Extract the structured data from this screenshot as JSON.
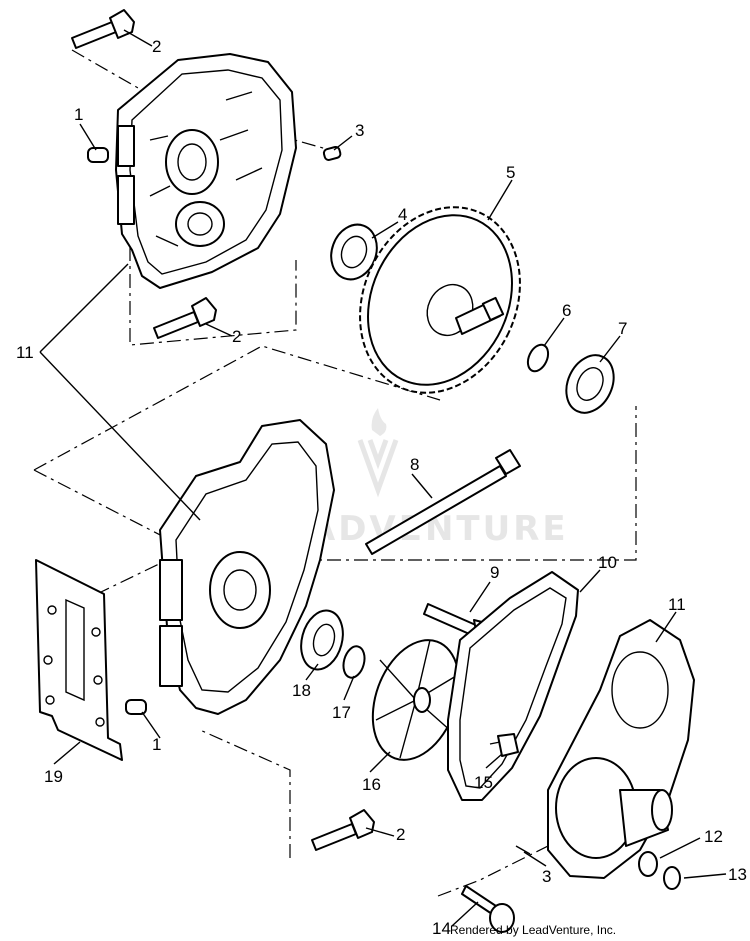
{
  "diagram": {
    "callouts": [
      {
        "id": "c1a",
        "text": "1"
      },
      {
        "id": "c2a",
        "text": "2"
      },
      {
        "id": "c3a",
        "text": "3"
      },
      {
        "id": "c4",
        "text": "4"
      },
      {
        "id": "c5",
        "text": "5"
      },
      {
        "id": "c2b",
        "text": "2"
      },
      {
        "id": "c6",
        "text": "6"
      },
      {
        "id": "c7",
        "text": "7"
      },
      {
        "id": "c11a",
        "text": "11"
      },
      {
        "id": "c8",
        "text": "8"
      },
      {
        "id": "c9",
        "text": "9"
      },
      {
        "id": "c10",
        "text": "10"
      },
      {
        "id": "c11b",
        "text": "11"
      },
      {
        "id": "c18",
        "text": "18"
      },
      {
        "id": "c17",
        "text": "17"
      },
      {
        "id": "c1b",
        "text": "1"
      },
      {
        "id": "c16",
        "text": "16"
      },
      {
        "id": "c15",
        "text": "15"
      },
      {
        "id": "c19",
        "text": "19"
      },
      {
        "id": "c2c",
        "text": "2"
      },
      {
        "id": "c12",
        "text": "12"
      },
      {
        "id": "c13",
        "text": "13"
      },
      {
        "id": "c3b",
        "text": "3"
      },
      {
        "id": "c14",
        "text": "14"
      }
    ],
    "credit": "Rendered by LeadVenture, Inc.",
    "watermark": "LEADVENTURE"
  }
}
